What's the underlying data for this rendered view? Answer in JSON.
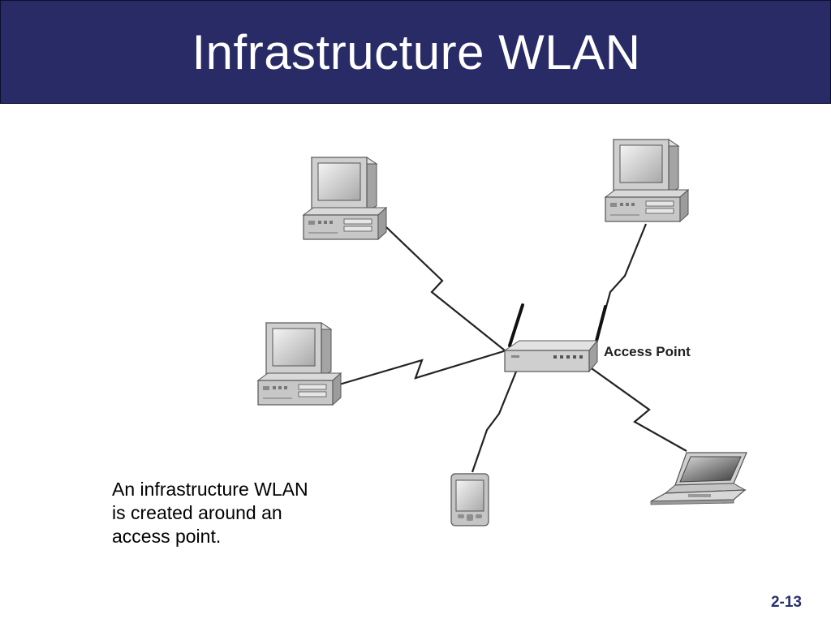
{
  "slide": {
    "title": "Infrastructure WLAN",
    "page_number": "2-13",
    "caption_lines": [
      "An infrastructure WLAN",
      "is created around an",
      "access point."
    ]
  },
  "diagram": {
    "center_label": "Access Point",
    "nodes": [
      {
        "type": "desktop-computer"
      },
      {
        "type": "desktop-computer"
      },
      {
        "type": "desktop-computer"
      },
      {
        "type": "pda"
      },
      {
        "type": "laptop"
      }
    ]
  },
  "colors": {
    "header_background": "#282b66",
    "title_text": "#ffffff",
    "page_number_text": "#283070"
  }
}
